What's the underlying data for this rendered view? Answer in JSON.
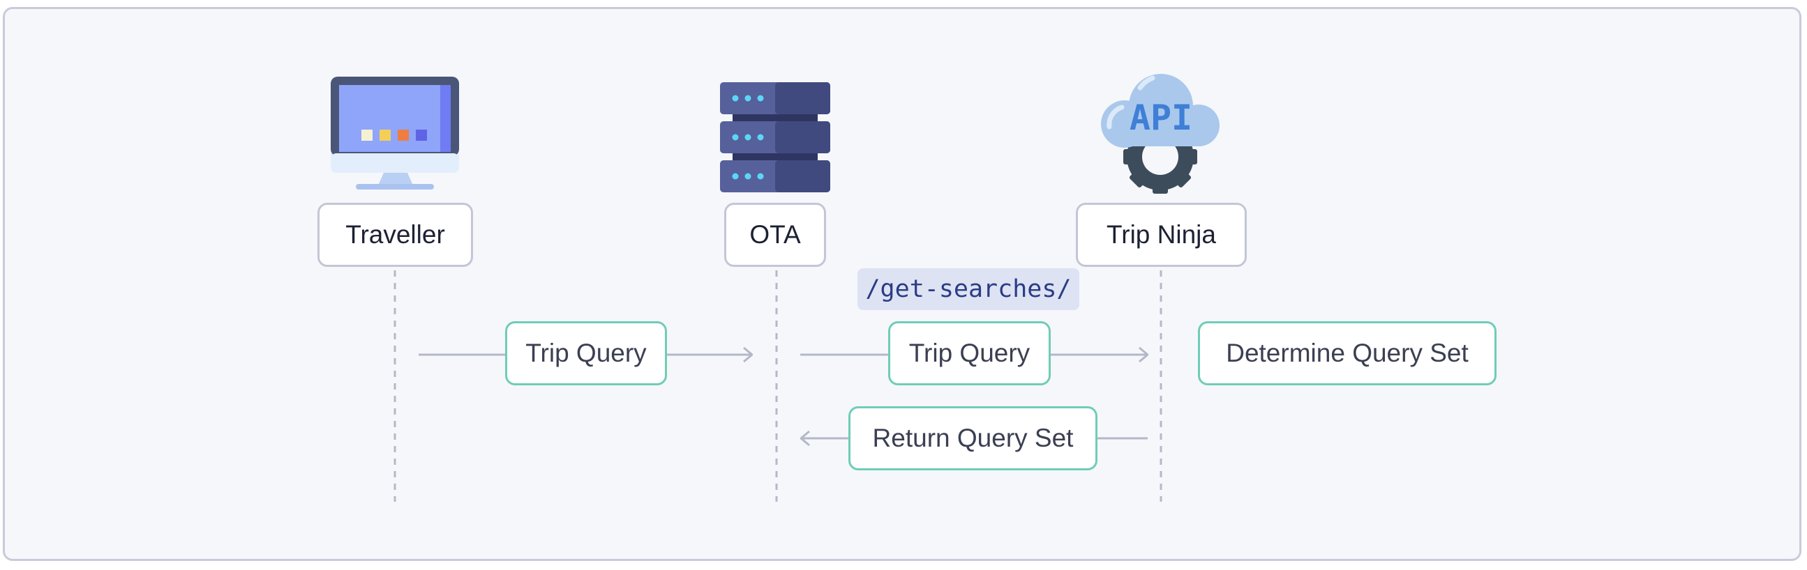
{
  "participants": {
    "traveller": {
      "label": "Traveller",
      "icon": "desktop-monitor-icon"
    },
    "ota": {
      "label": "OTA",
      "icon": "server-stack-icon"
    },
    "trip_ninja": {
      "label": "Trip Ninja",
      "icon": "api-cloud-gear-icon",
      "icon_text": "API"
    }
  },
  "messages": {
    "m1": {
      "label": "Trip Query",
      "from": "Traveller",
      "to": "OTA"
    },
    "m2": {
      "label": "Trip Query",
      "from": "OTA",
      "to": "Trip Ninja",
      "endpoint": "/get-searches/"
    },
    "m3": {
      "label": "Determine Query Set",
      "at": "Trip Ninja"
    },
    "m4": {
      "label": "Return Query Set",
      "from": "Trip Ninja",
      "to": "OTA"
    }
  },
  "colors": {
    "message_border": "#6fcdb6",
    "actor_border": "#c3c6d6",
    "lifeline": "#b4b8c8",
    "endpoint_bg": "#dde3f3",
    "endpoint_text": "#2c3c86"
  }
}
